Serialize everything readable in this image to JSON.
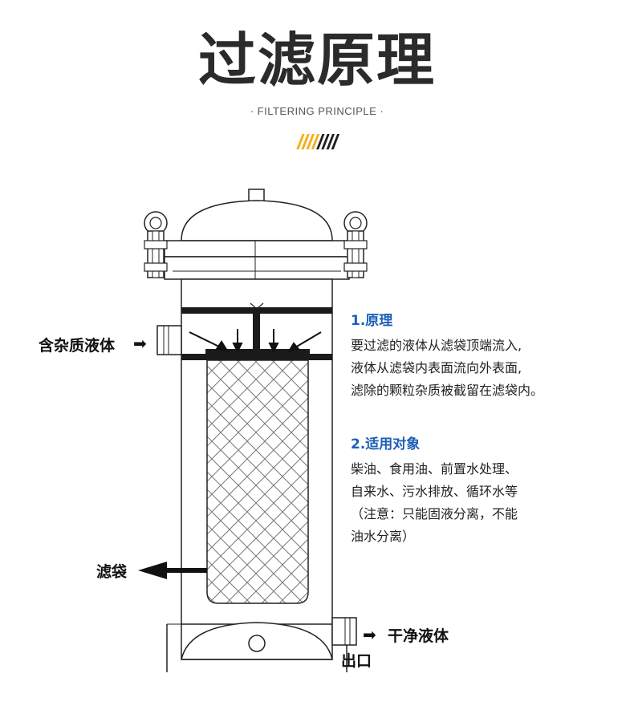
{
  "header": {
    "title": "过滤原理",
    "subtitle": "· FILTERING PRINCIPLE ·",
    "slashes_yellow": "////",
    "slashes_dark": "////"
  },
  "labels": {
    "inlet": "含杂质液体",
    "bag": "滤袋",
    "clean": "干净液体",
    "outlet": "出口",
    "arrow_right": "➡"
  },
  "principle": {
    "heading": "1.原理",
    "lines": [
      "要过滤的液体从滤袋顶端流入,",
      "液体从滤袋内表面流向外表面,",
      "滤除的颗粒杂质被截留在滤袋内。"
    ]
  },
  "applications": {
    "heading": "2.适用对象",
    "lines": [
      "柴油、食用油、前置水处理、",
      "自来水、污水排放、循环水等",
      "（注意：只能固液分离，不能",
      " 油水分离）"
    ]
  },
  "colors": {
    "heading_blue": "#1c5fb8",
    "accent_yellow": "#f2b01e",
    "ink": "#1f1f1f"
  }
}
